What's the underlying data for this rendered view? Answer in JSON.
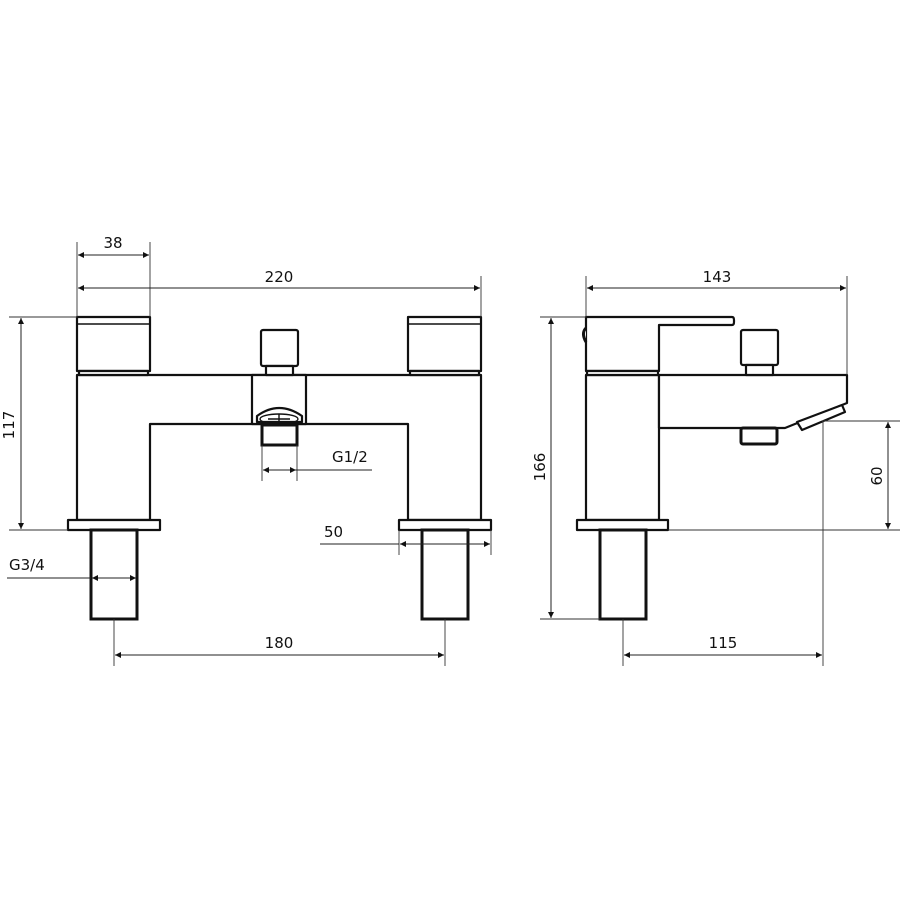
{
  "drawing": {
    "title": "Bath shower mixer technical drawing",
    "line_color": "#111111",
    "background": "#ffffff"
  },
  "front_view": {
    "dimensions": {
      "handle_width": "38",
      "overall_width": "220",
      "height_to_deck": "117",
      "handset_outlet": "G1/2",
      "inlet_thread": "G3/4",
      "base_plate_width": "50",
      "inlet_centres": "180"
    }
  },
  "side_view": {
    "dimensions": {
      "overall_depth": "143",
      "overall_height": "166",
      "spout_height": "60",
      "spout_projection": "115"
    }
  }
}
